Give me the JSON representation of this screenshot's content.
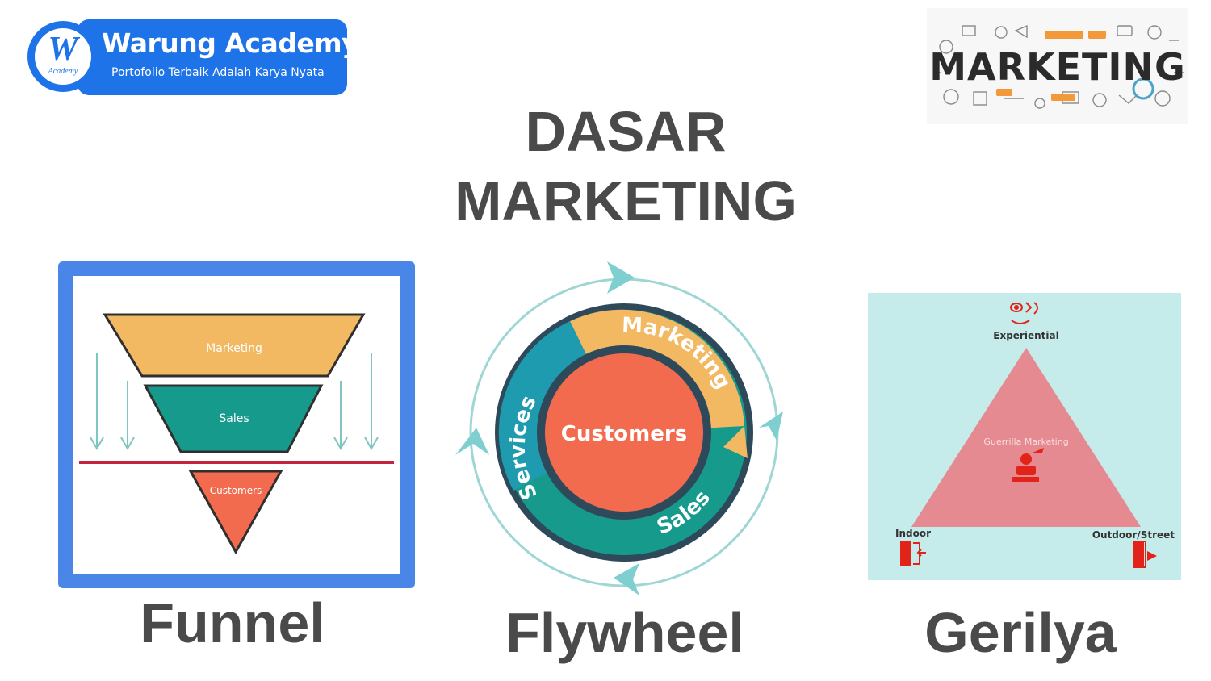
{
  "brand": {
    "logo_letter": "W",
    "logo_sub": "Academy",
    "name": "Warung Academy",
    "tagline": "Portofolio Terbaik Adalah Karya Nyata",
    "color": "#1e73e8"
  },
  "marketing_badge": {
    "word": "MARKETING"
  },
  "title": {
    "line1": "DASAR",
    "line2": "MARKETING"
  },
  "funnel": {
    "caption": "Funnel",
    "stages": [
      "Marketing",
      "Sales",
      "Customers"
    ],
    "colors": [
      "#f2b862",
      "#159a8c",
      "#f26b4f"
    ],
    "frame_color": "#4a86e8"
  },
  "flywheel": {
    "caption": "Flywheel",
    "center": "Customers",
    "segments": [
      "Marketing",
      "Sales",
      "Services"
    ],
    "colors": {
      "marketing": "#f2b862",
      "sales": "#159a8c",
      "services": "#1f9bb0",
      "center": "#f26b4f"
    }
  },
  "gerilya": {
    "caption": "Gerilya",
    "center": "Guerrilla Marketing",
    "top": "Experiential",
    "left": "Indoor",
    "right": "Outdoor/Street",
    "colors": {
      "bg": "#c5ecea",
      "triangle": "#e58a90",
      "icon": "#e2231a"
    }
  }
}
